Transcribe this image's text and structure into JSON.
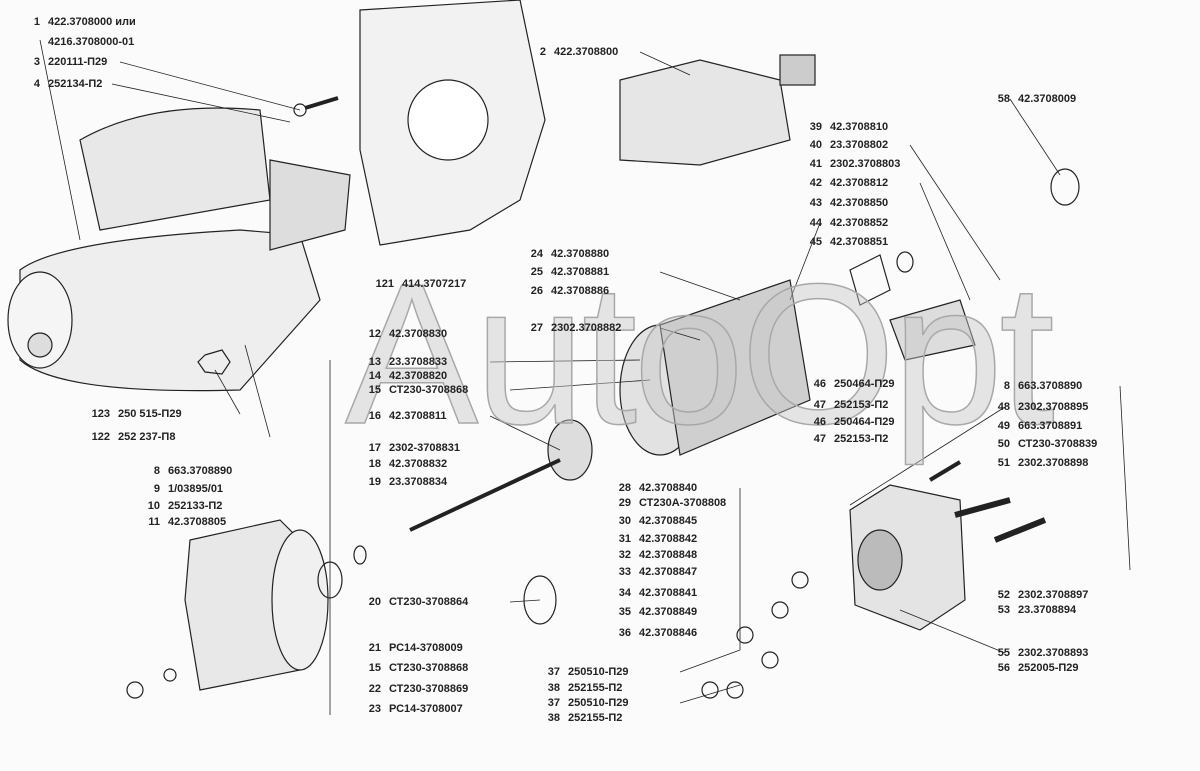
{
  "watermark": "AutoOpt",
  "callouts": [
    {
      "id": "c1",
      "num": "1",
      "part": "422.3708000 или"
    },
    {
      "id": "c1b",
      "num": "",
      "part": "4216.3708000-01"
    },
    {
      "id": "c3",
      "num": "3",
      "part": "220111-П29"
    },
    {
      "id": "c4",
      "num": "4",
      "part": "252134-П2"
    },
    {
      "id": "c2",
      "num": "2",
      "part": "422.3708800"
    },
    {
      "id": "c58",
      "num": "58",
      "part": "42.3708009"
    },
    {
      "id": "c39",
      "num": "39",
      "part": "42.3708810"
    },
    {
      "id": "c40",
      "num": "40",
      "part": "23.3708802"
    },
    {
      "id": "c41",
      "num": "41",
      "part": "2302.3708803"
    },
    {
      "id": "c42",
      "num": "42",
      "part": "42.3708812"
    },
    {
      "id": "c43",
      "num": "43",
      "part": "42.3708850"
    },
    {
      "id": "c44",
      "num": "44",
      "part": "42.3708852"
    },
    {
      "id": "c45",
      "num": "45",
      "part": "42.3708851"
    },
    {
      "id": "c24",
      "num": "24",
      "part": "42.3708880"
    },
    {
      "id": "c25",
      "num": "25",
      "part": "42.3708881"
    },
    {
      "id": "c26",
      "num": "26",
      "part": "42.3708886"
    },
    {
      "id": "c27",
      "num": "27",
      "part": "2302.3708882"
    },
    {
      "id": "c121",
      "num": "121",
      "part": "414.3707217"
    },
    {
      "id": "c12",
      "num": "12",
      "part": "42.3708830"
    },
    {
      "id": "c13",
      "num": "13",
      "part": "23.3708833"
    },
    {
      "id": "c14",
      "num": "14",
      "part": "42.3708820"
    },
    {
      "id": "c15a",
      "num": "15",
      "part": "СТ230-3708868"
    },
    {
      "id": "c16",
      "num": "16",
      "part": "42.3708811"
    },
    {
      "id": "c17",
      "num": "17",
      "part": "2302-3708831"
    },
    {
      "id": "c18",
      "num": "18",
      "part": "42.3708832"
    },
    {
      "id": "c19",
      "num": "19",
      "part": "23.3708834"
    },
    {
      "id": "c123",
      "num": "123",
      "part": "250 515-П29"
    },
    {
      "id": "c122",
      "num": "122",
      "part": "252 237-П8"
    },
    {
      "id": "c8a",
      "num": "8",
      "part": "663.3708890"
    },
    {
      "id": "c9",
      "num": "9",
      "part": "1/03895/01"
    },
    {
      "id": "c10",
      "num": "10",
      "part": "252133-П2"
    },
    {
      "id": "c11",
      "num": "11",
      "part": "42.3708805"
    },
    {
      "id": "c20",
      "num": "20",
      "part": "СТ230-3708864"
    },
    {
      "id": "c21",
      "num": "21",
      "part": "РС14-3708009"
    },
    {
      "id": "c15b",
      "num": "15",
      "part": "СТ230-3708868"
    },
    {
      "id": "c22",
      "num": "22",
      "part": "СТ230-3708869"
    },
    {
      "id": "c23",
      "num": "23",
      "part": "РС14-3708007"
    },
    {
      "id": "c28",
      "num": "28",
      "part": "42.3708840"
    },
    {
      "id": "c29",
      "num": "29",
      "part": "СТ230А-3708808"
    },
    {
      "id": "c30",
      "num": "30",
      "part": "42.3708845"
    },
    {
      "id": "c31",
      "num": "31",
      "part": "42.3708842"
    },
    {
      "id": "c32",
      "num": "32",
      "part": "42.3708848"
    },
    {
      "id": "c33",
      "num": "33",
      "part": "42.3708847"
    },
    {
      "id": "c34",
      "num": "34",
      "part": "42.3708841"
    },
    {
      "id": "c35",
      "num": "35",
      "part": "42.3708849"
    },
    {
      "id": "c36",
      "num": "36",
      "part": "42.3708846"
    },
    {
      "id": "c37a",
      "num": "37",
      "part": "250510-П29"
    },
    {
      "id": "c38a",
      "num": "38",
      "part": "252155-П2"
    },
    {
      "id": "c37b",
      "num": "37",
      "part": "250510-П29"
    },
    {
      "id": "c38b",
      "num": "38",
      "part": "252155-П2"
    },
    {
      "id": "c46a",
      "num": "46",
      "part": "250464-П29"
    },
    {
      "id": "c47a",
      "num": "47",
      "part": "252153-П2"
    },
    {
      "id": "c46b",
      "num": "46",
      "part": "250464-П29"
    },
    {
      "id": "c47b",
      "num": "47",
      "part": "252153-П2"
    },
    {
      "id": "c8b",
      "num": "8",
      "part": "663.3708890"
    },
    {
      "id": "c48",
      "num": "48",
      "part": "2302.3708895"
    },
    {
      "id": "c49",
      "num": "49",
      "part": "663.3708891"
    },
    {
      "id": "c50",
      "num": "50",
      "part": "СТ230-3708839"
    },
    {
      "id": "c51",
      "num": "51",
      "part": "2302.3708898"
    },
    {
      "id": "c52",
      "num": "52",
      "part": "2302.3708897"
    },
    {
      "id": "c53",
      "num": "53",
      "part": "23.3708894"
    },
    {
      "id": "c55",
      "num": "55",
      "part": "2302.3708893"
    },
    {
      "id": "c56",
      "num": "56",
      "part": "252005-П29"
    }
  ]
}
